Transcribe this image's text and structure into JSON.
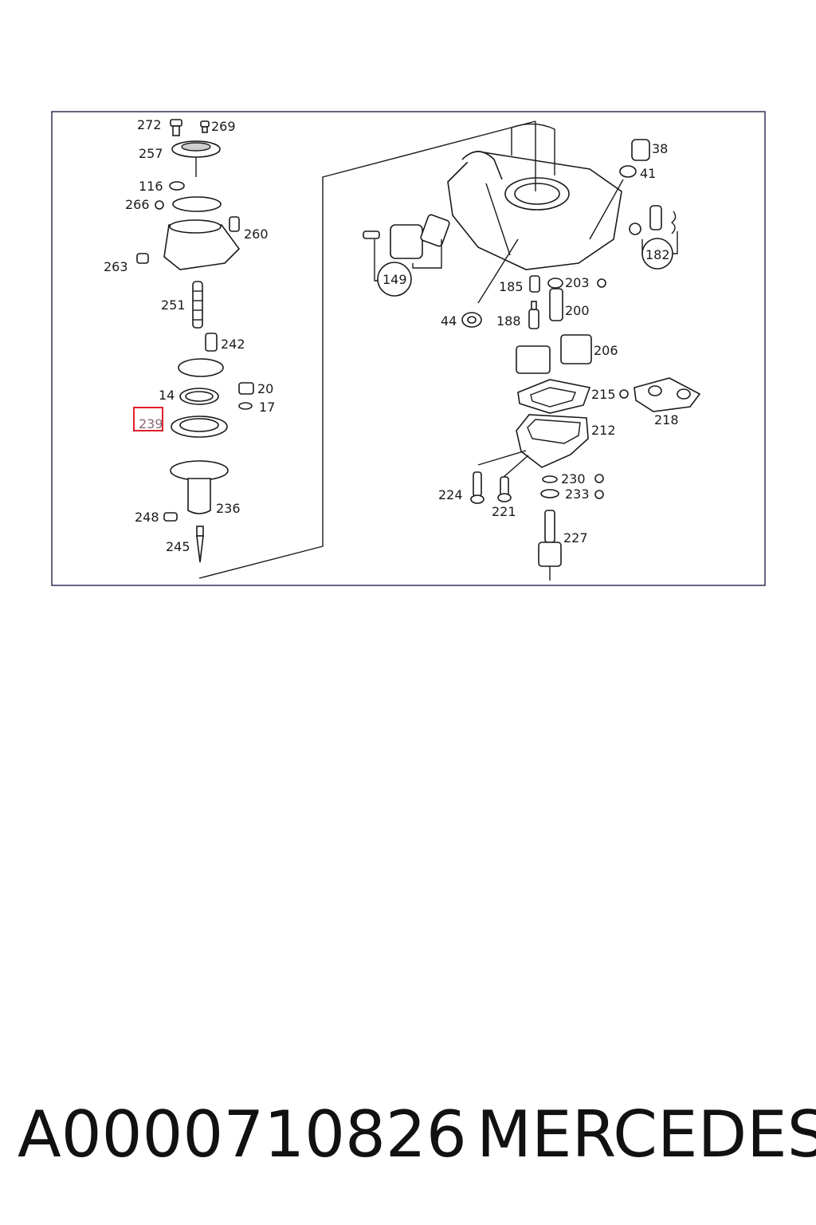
{
  "diagram": {
    "highlighted_label": "239",
    "callouts": [
      "272",
      "269",
      "257",
      "116",
      "266",
      "260",
      "263",
      "251",
      "242",
      "14",
      "20",
      "17",
      "236",
      "248",
      "245",
      "38",
      "41",
      "149",
      "182",
      "185",
      "203",
      "44",
      "188",
      "200",
      "206",
      "215",
      "218",
      "212",
      "230",
      "224",
      "233",
      "221",
      "227"
    ]
  },
  "footer": {
    "part_number": "A0000710826",
    "brand": "MERCEDES"
  },
  "colors": {
    "highlight": "#e0202a",
    "frame": "#22224a"
  }
}
